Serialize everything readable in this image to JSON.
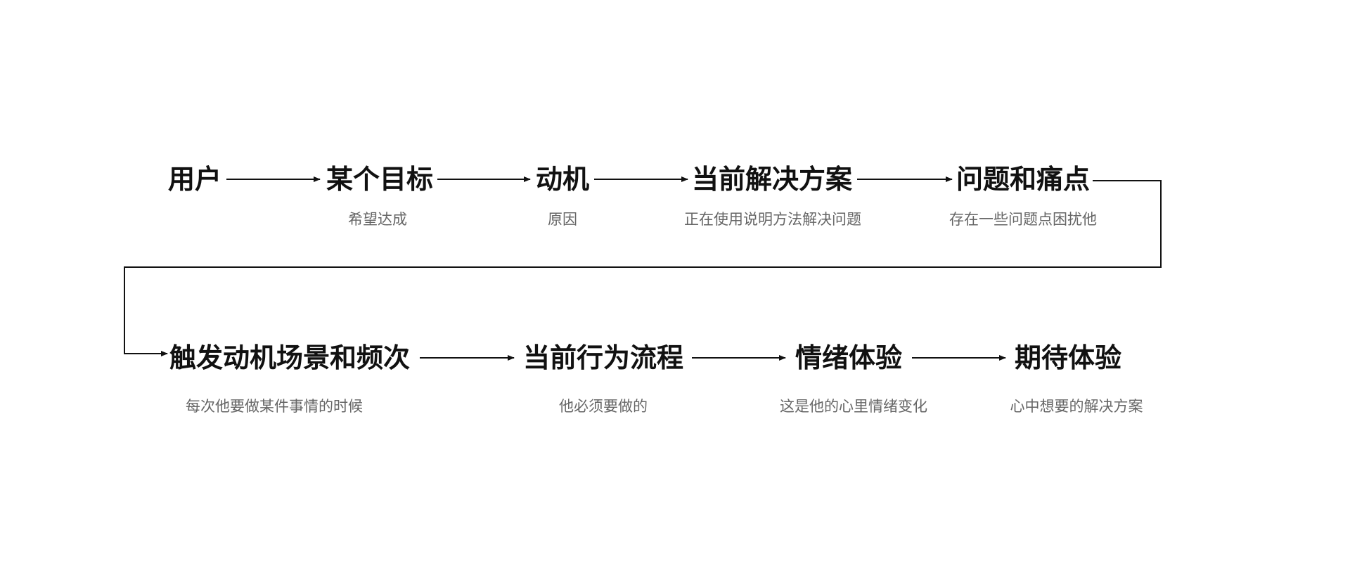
{
  "flow": {
    "row1": [
      {
        "title": "用户",
        "caption": ""
      },
      {
        "title": "某个目标",
        "caption": "希望达成"
      },
      {
        "title": "动机",
        "caption": "原因"
      },
      {
        "title": "当前解决方案",
        "caption": "正在使用说明方法解决问题"
      },
      {
        "title": "问题和痛点",
        "caption": "存在一些问题点困扰他"
      }
    ],
    "row2": [
      {
        "title": "触发动机场景和频次",
        "caption": "每次他要做某件事情的时候"
      },
      {
        "title": "当前行为流程",
        "caption": "他必须要做的"
      },
      {
        "title": "情绪体验",
        "caption": "这是他的心里情绪变化"
      },
      {
        "title": "期待体验",
        "caption": "心中想要的解决方案"
      }
    ]
  },
  "colors": {
    "title": "#111111",
    "caption": "#666666",
    "line": "#111111",
    "background": "#ffffff"
  }
}
